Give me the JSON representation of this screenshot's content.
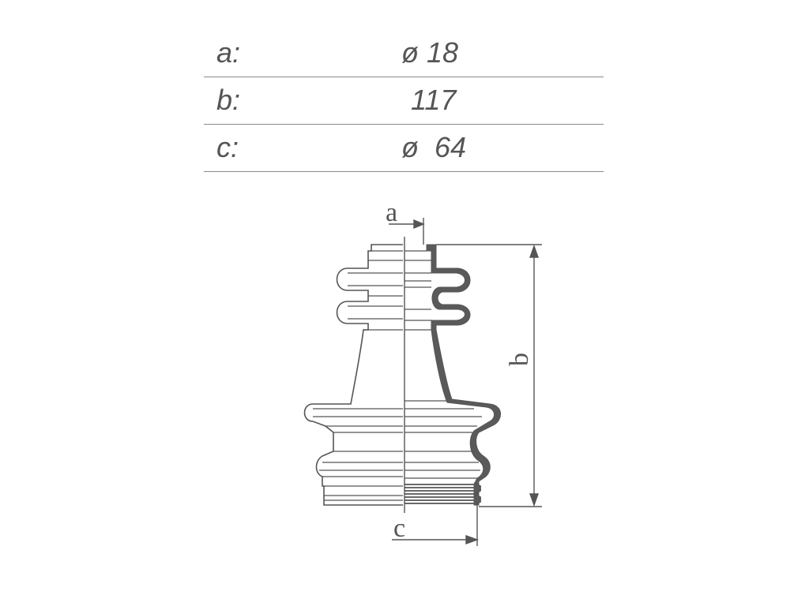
{
  "table": {
    "rows": [
      {
        "label": "a:",
        "value": "ø 18"
      },
      {
        "label": "b:",
        "value": "117"
      },
      {
        "label": "c:",
        "value": "ø  64"
      }
    ]
  },
  "drawing": {
    "dimension_letters": {
      "a": "a",
      "b": "b",
      "c": "c"
    }
  },
  "colors": {
    "line": "#555555",
    "section_fill": "#5a5a5a",
    "rule": "#8a8a8a"
  }
}
